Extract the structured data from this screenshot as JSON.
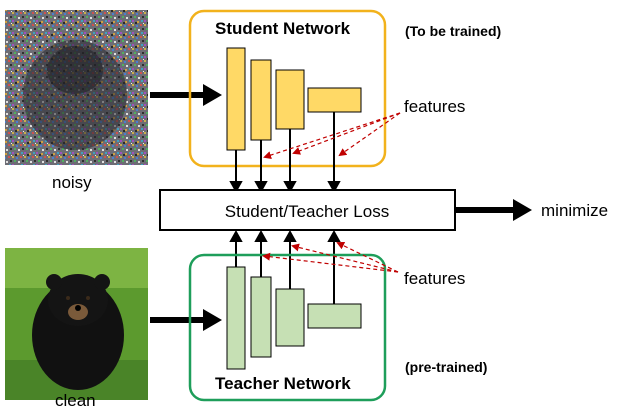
{
  "student": {
    "title": "Student Network",
    "note": "(To be trained)",
    "features_label": "features",
    "box_color": "#f2b21c",
    "layer_color": "#ffd966"
  },
  "teacher": {
    "title": "Teacher Network",
    "note": "(pre-trained)",
    "features_label": "features",
    "box_color": "#1e9e5a",
    "layer_color": "#c6e0b4"
  },
  "loss": {
    "label": "Student/Teacher Loss",
    "output_label": "minimize"
  },
  "inputs": {
    "noisy_label": "noisy",
    "clean_label": "clean"
  },
  "colors": {
    "feature_arrow": "#c00000",
    "arrow": "#000000"
  }
}
